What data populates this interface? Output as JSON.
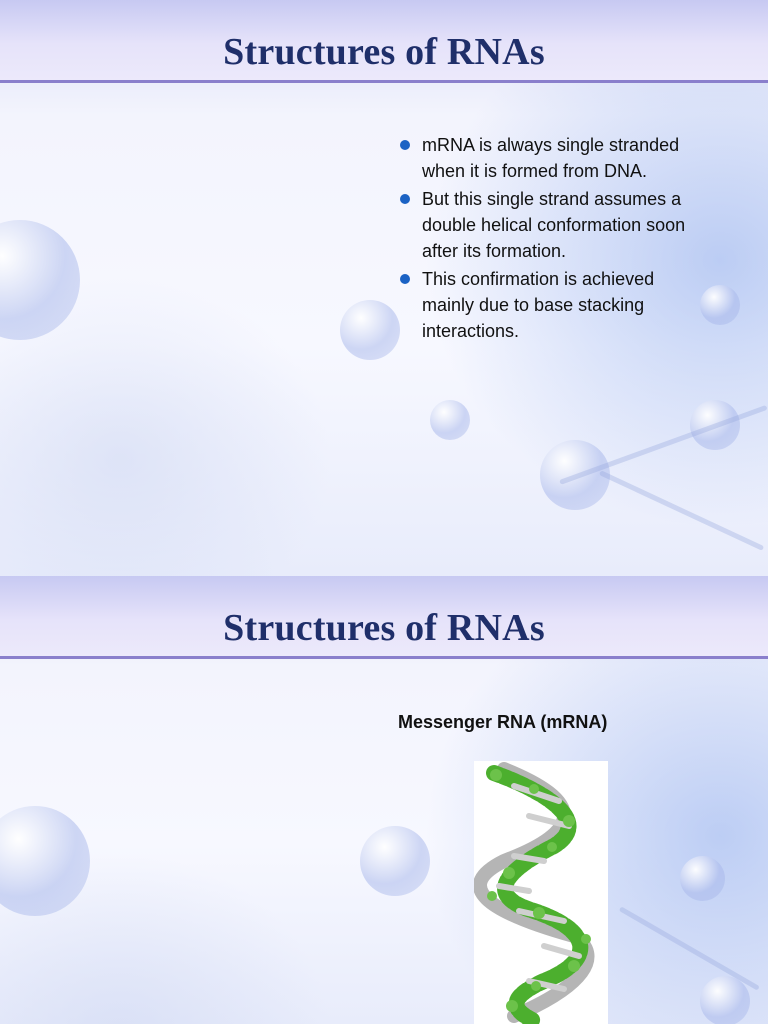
{
  "slides": [
    {
      "title": "Structures of RNAs",
      "bullets": [
        "mRNA is always single stranded when it is formed from DNA.",
        "But this single strand assumes a double helical conformation soon after its formation.",
        "This confirmation is achieved mainly due to base stacking interactions."
      ]
    },
    {
      "title": "Structures of RNAs",
      "subtitle": "Messenger RNA (mRNA)",
      "image": "rna-helix-illustration"
    }
  ],
  "colors": {
    "title_text": "#1f2f6a",
    "title_rule": "#8a7fcc",
    "bullet": "#1b62c4",
    "helix_green": "#4caf2e",
    "helix_gray": "#b5b5b5"
  }
}
